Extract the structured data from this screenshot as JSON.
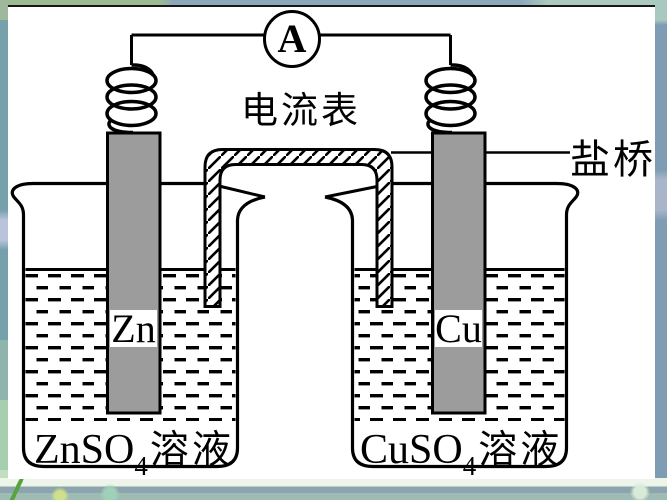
{
  "diagram": {
    "ammeter": {
      "symbol": "A",
      "label": "电流表"
    },
    "salt_bridge": {
      "label": "盐桥"
    },
    "electrodes": {
      "left": "Zn",
      "right": "Cu"
    },
    "solutions": {
      "left": {
        "formula": "ZnSO",
        "sub": "4",
        "suffix": "溶液"
      },
      "right": {
        "formula": "CuSO",
        "sub": "4",
        "suffix": "溶液"
      }
    },
    "colors": {
      "ink": "#000000",
      "electrode_fill": "#9c9c9c",
      "panel_bg": "#ffffff",
      "bg_right_strip": "#7e9db4",
      "bg_left_strip": "#76a0ab",
      "bg_bottom_band": "#8ba4ad"
    }
  }
}
